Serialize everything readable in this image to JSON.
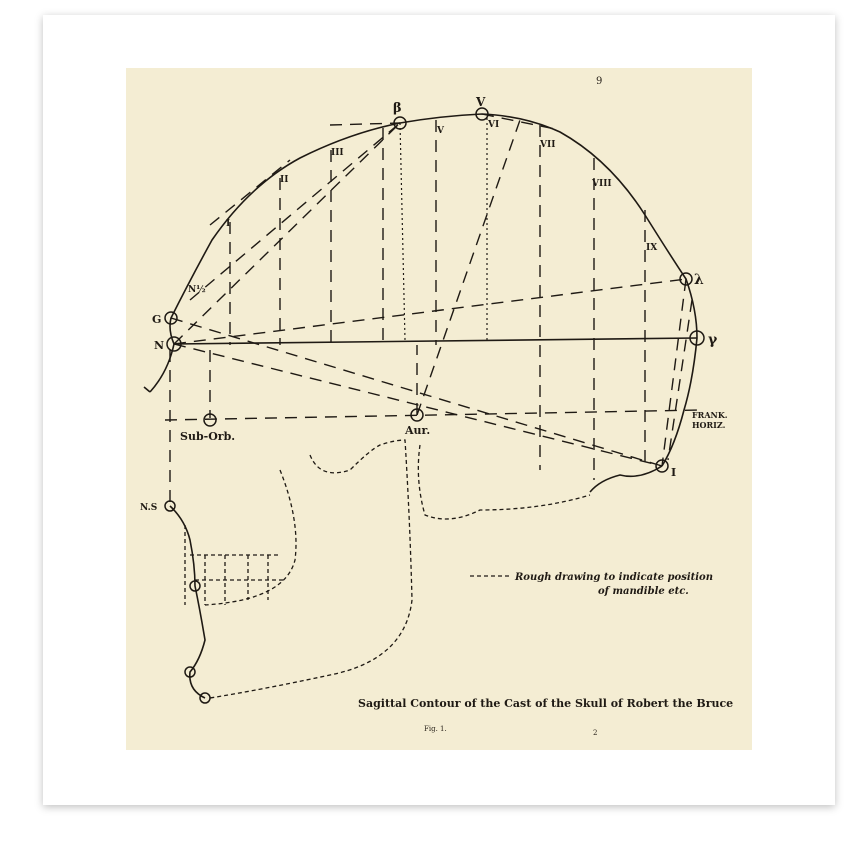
{
  "page_number_top": "9",
  "page_number_bottom": "2",
  "figure_label": "Fig. 1.",
  "caption": "Sagittal Contour of the Cast of the Skull of Robert the Bruce",
  "legend": {
    "line1": "Rough drawing to indicate position",
    "line2": "of mandible etc."
  },
  "points": {
    "beta": "β",
    "vertex": "V",
    "lambda": "λ",
    "gamma": "γ",
    "glabella": "G",
    "nasion": "N",
    "n_half": "N½",
    "sub_orb": "Sub-Orb.",
    "aur": "Aur.",
    "inion": "I",
    "nasal_spine": "N.S",
    "frank": "FRANK.",
    "horiz": "HORIZ."
  },
  "sections": [
    "I",
    "II",
    "III",
    "V",
    "VI",
    "VII",
    "VIII",
    "IX"
  ],
  "colors": {
    "plate": "#f4edd3",
    "ink": "#1f1a14"
  }
}
